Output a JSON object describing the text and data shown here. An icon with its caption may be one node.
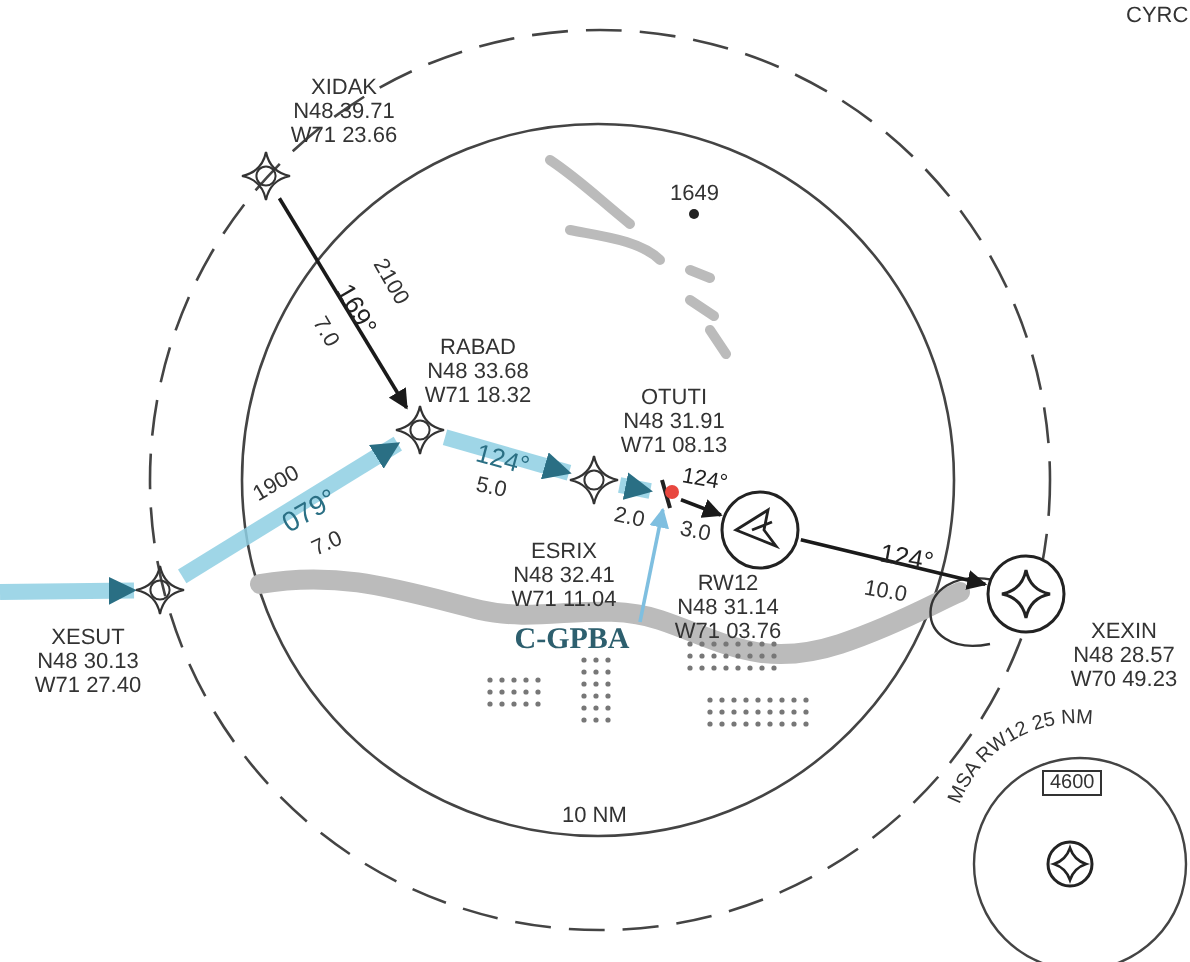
{
  "diagram": {
    "nodes": [
      {
        "text": [
          "XIDAK",
          "N48 39.71 W71 23.66"
        ]
      },
      {
        "text": [
          "RABAD",
          "N48 33.68 W71 18.32"
        ]
      },
      {
        "text": [
          "XESUT",
          "N48 30.13 W71 27.40"
        ]
      },
      {
        "text": [
          "ESRIX",
          "N48 32.41 W71 11.04"
        ]
      },
      {
        "text": [
          "OTUTI",
          "N48 31.91 W71 08.13"
        ]
      },
      {
        "text": [
          "RW12",
          "N48 31.14 W71 03.76"
        ]
      },
      {
        "text": [
          "XEXIN",
          "N48 28.57 W70 49.23"
        ]
      },
      {
        "text": [
          "C-GPBA"
        ]
      }
    ],
    "edges": [
      {
        "from": null,
        "to": 2,
        "arrow": "to",
        "style": "thick",
        "color": "#8ecfe3"
      },
      {
        "from": 2,
        "to": 1,
        "arrow": "to",
        "label": "079°",
        "style": "thick",
        "color": "#8ecfe3"
      },
      {
        "from": 0,
        "to": 1,
        "arrow": "to",
        "label": "169°",
        "color": "#1a1a1a"
      },
      {
        "from": 1,
        "to": 3,
        "arrow": "to",
        "label": "124°",
        "style": "thick",
        "color": "#8ecfe3"
      },
      {
        "from": 3,
        "to": 4,
        "arrow": "to",
        "style": "thick",
        "color": "#8ecfe3"
      },
      {
        "from": 4,
        "to": 5,
        "arrow": "to",
        "label": "124°",
        "color": "#1a1a1a"
      },
      {
        "from": 5,
        "to": 6,
        "arrow": "to",
        "label": "124°",
        "color": "#1a1a1a"
      },
      {
        "from": 7,
        "to": 4,
        "arrow": "to",
        "color": "#7fbfe0"
      }
    ],
    "labels": [
      "CYRC",
      "1649",
      "2100",
      "7.0",
      "1900",
      "7.0",
      "5.0",
      "2.0",
      "3.0",
      "10.0",
      "10 NM",
      "MSA RW12 25 NM",
      "4600"
    ]
  }
}
